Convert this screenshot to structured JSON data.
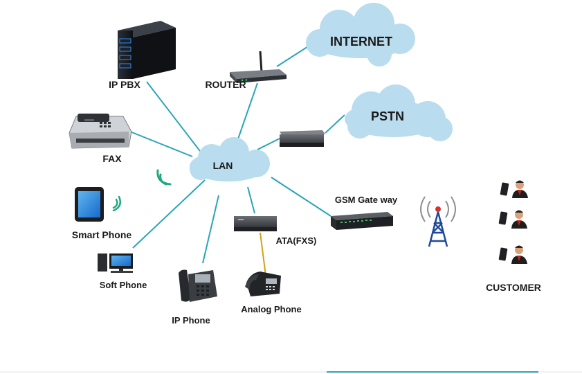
{
  "clouds": {
    "internet": "INTERNET",
    "pstn": "PSTN",
    "lan": "LAN"
  },
  "devices": {
    "ip_pbx": "IP PBX",
    "router": "ROUTER",
    "fax": "FAX",
    "smart_phone": "Smart Phone",
    "soft_phone": "Soft Phone",
    "ip_phone": "IP Phone",
    "analog_phone": "Analog  Phone",
    "ata": "ATA(FXS)",
    "gsm_gateway": "GSM Gate way",
    "customer": "CUSTOMER"
  },
  "colors": {
    "link": "#2aa5b8",
    "cloud": "#b9dcee",
    "analog_wire": "#d4a017",
    "tower": "#1f4a9a"
  },
  "icons": [
    "server-icon",
    "router-icon",
    "fax-icon",
    "tablet-icon",
    "desktop-icon",
    "ip-phone-icon",
    "analog-phone-icon",
    "gateway-icon",
    "gsm-gateway-icon",
    "cell-tower-icon",
    "customer-icon",
    "wifi-icon"
  ]
}
